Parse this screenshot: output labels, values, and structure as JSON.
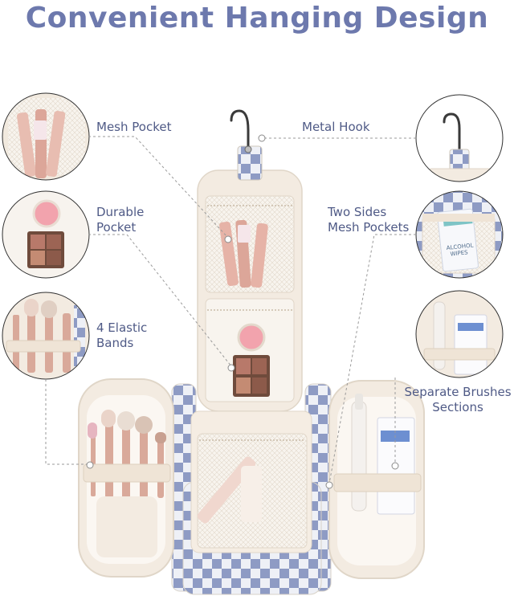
{
  "title": "Convenient Hanging Design",
  "callouts": {
    "mesh_pocket": "Mesh Pocket",
    "metal_hook": "Metal Hook",
    "durable_pocket": "Durable\nPocket",
    "two_sides_mesh": "Two Sides\nMesh Pockets",
    "elastic_bands": "4 Elastic\nBands",
    "brush_sections": "Separate Brushes\nSections"
  },
  "product_print": "ALCOHOL\nWIPES",
  "colors": {
    "title": "#6d79ad",
    "label": "#4f5a86",
    "checker_blue": "#8e9bc4",
    "checker_light": "#eef0f6",
    "cream": "#f3ebe1",
    "blush": "#f2a3ad",
    "rose_gold": "#d9a99a"
  }
}
